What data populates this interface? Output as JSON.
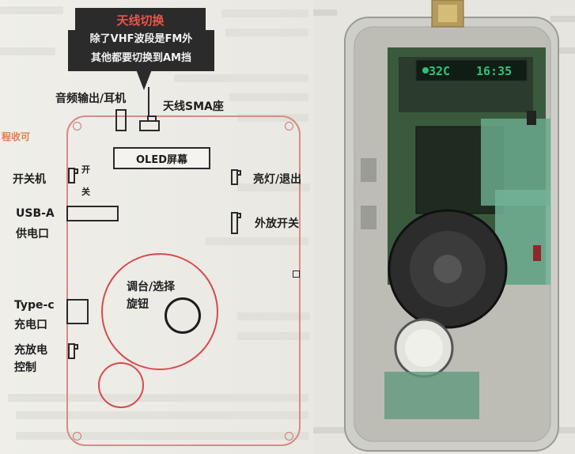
{
  "callout": {
    "title": "天线切换",
    "body_line1": "除了VHF波段是FM外",
    "body_line2": "其他都要切换到AM挡"
  },
  "labels": {
    "audio_out": "音频输出/耳机",
    "antenna_sma": "天线SMA座",
    "oled": "OLED屏幕",
    "power": "开关机",
    "switch_mark_top": "开",
    "switch_mark_bottom": "关",
    "light_exit": "亮灯/退出",
    "usb_a_line1": "USB-A",
    "usb_a_line2": "供电口",
    "speaker_switch": "外放开关",
    "knob_line1": "调台/选择",
    "knob_line2": "旋钮",
    "typec_line1": "Type-c",
    "typec_line2": "充电口",
    "charge_line1": "充放电",
    "charge_line2": "控制",
    "side_text": "程收可"
  },
  "display": {
    "temp": "32C",
    "time": "16:35"
  },
  "colors": {
    "callout_bg": "#2b2b2b",
    "callout_title": "#e8554c",
    "device_outline": "#d98a8a",
    "ring": "#d84a4a",
    "oled_green": "#31c07a"
  }
}
